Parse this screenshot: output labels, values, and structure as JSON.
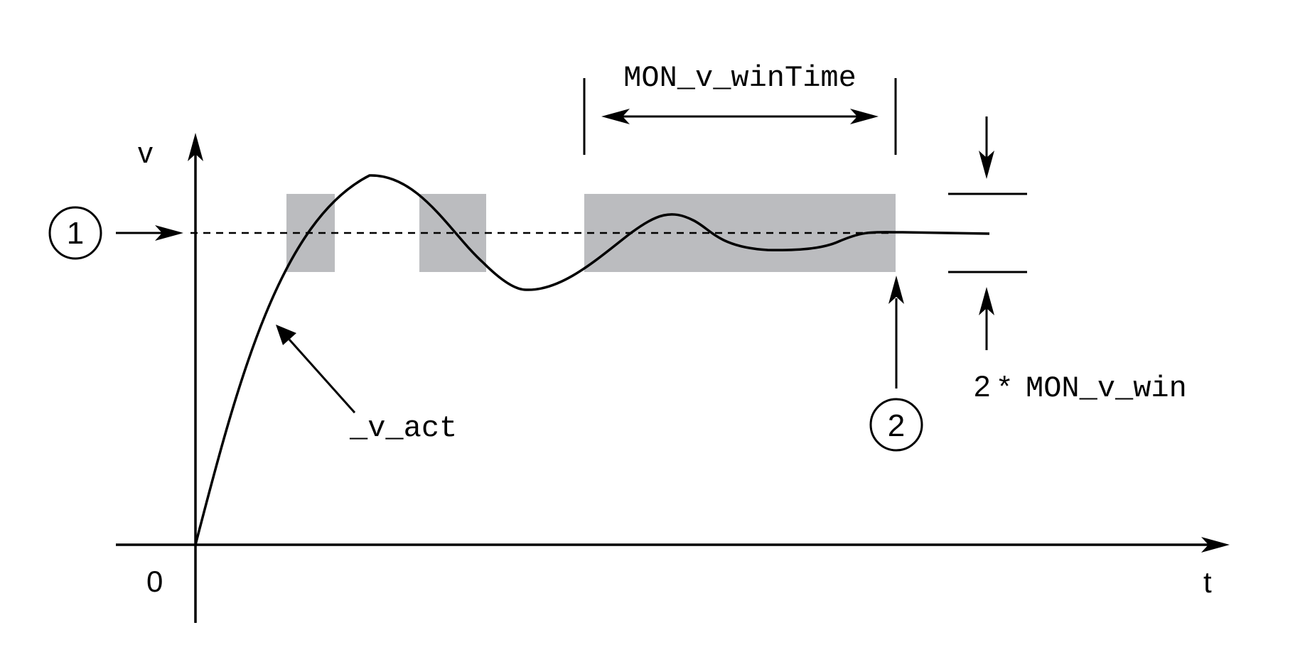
{
  "labels": {
    "y_axis": "v",
    "x_axis": "t",
    "origin": "0",
    "curve": "_v_act",
    "window_time": "MON_v_winTime",
    "window_factor": "2 *",
    "window_param": "MON_v_win"
  },
  "markers": {
    "marker1": "1",
    "marker2": "2"
  },
  "colors": {
    "window_fill": "#bbbcbf",
    "line": "#000000"
  }
}
